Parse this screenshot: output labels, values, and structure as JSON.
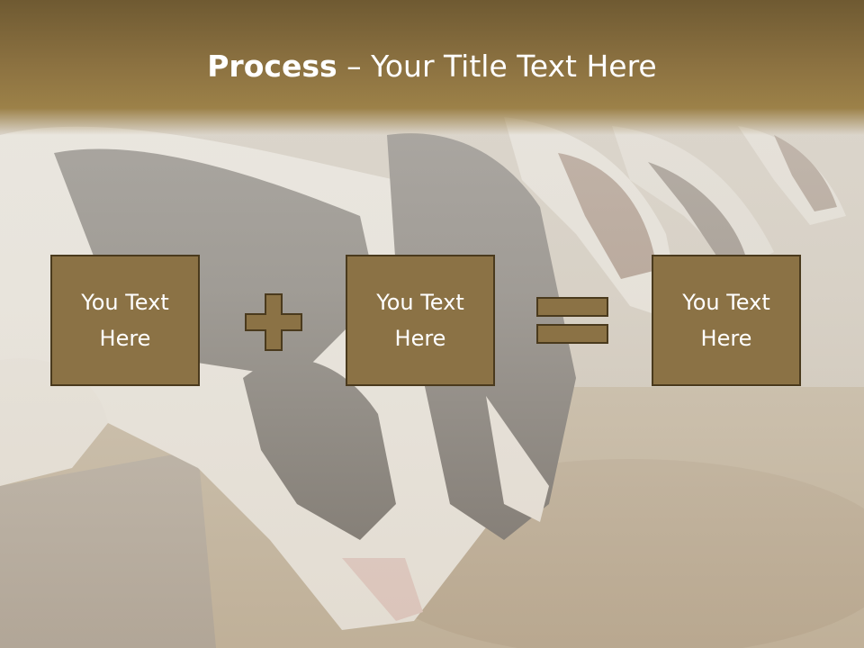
{
  "title": {
    "strong": "Process",
    "rest": " – Your Title Text Here"
  },
  "boxes": [
    {
      "text": "You Text\nHere"
    },
    {
      "text": "You Text\nHere"
    },
    {
      "text": "You Text\nHere"
    }
  ],
  "operators": [
    "plus-icon",
    "equals-icon"
  ],
  "colors": {
    "title_band": "#8a7040",
    "box_fill": "#8b7245",
    "box_border": "#4a3a1d",
    "operator_fill": "#8b7245",
    "text": "#ffffff"
  }
}
